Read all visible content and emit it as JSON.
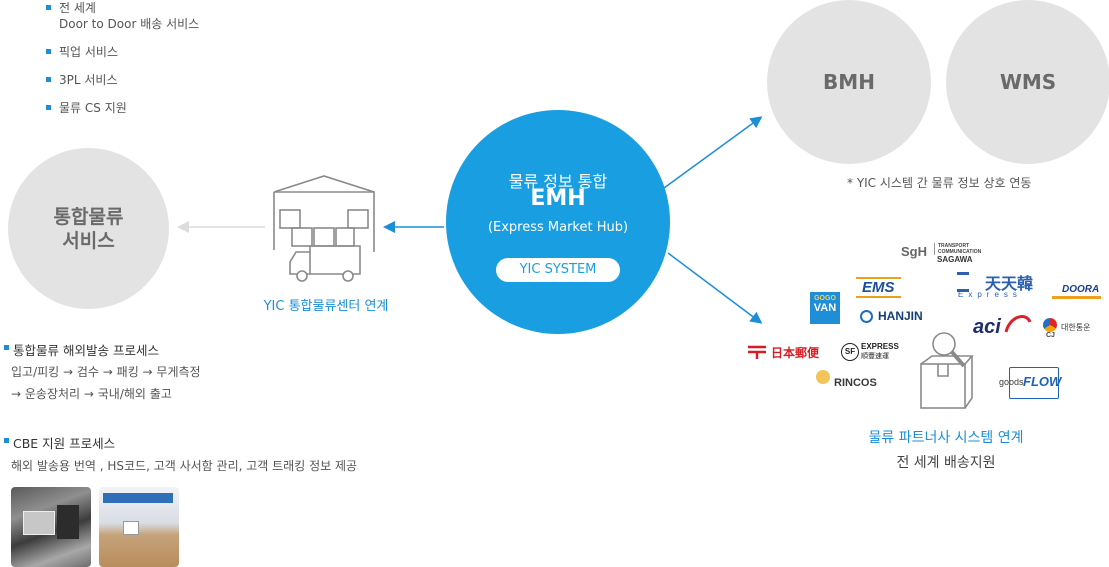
{
  "services": {
    "items": [
      {
        "line1": "전 세계",
        "line2": "Door to Door 배송 서비스"
      },
      {
        "line1": "픽업 서비스",
        "line2": ""
      },
      {
        "line1": "3PL 서비스",
        "line2": ""
      },
      {
        "line1": "물류 CS 지원",
        "line2": ""
      }
    ]
  },
  "integrated": {
    "line1": "통합물류",
    "line2": "서비스"
  },
  "center": {
    "label": "YIC 통합물류센터 연계"
  },
  "emh": {
    "title": "물류 정보 통합",
    "name": "EMH",
    "full": "(Express Market Hub)",
    "system": "YIC SYSTEM"
  },
  "systems": {
    "bmh": "BMH",
    "wms": "WMS",
    "note": "* YIC 시스템 간 물류 정보 상호 연동"
  },
  "partners": {
    "line1": "물류 파트너사 시스템 연계",
    "line2": "전 세계 배송지원",
    "logos": {
      "sagawa": "SAGAWA",
      "sagawa_top": "TRANSPORT COMMUNICATION",
      "sg": "SgH",
      "ems": "EMS",
      "tiantian": "天天韓",
      "tiantian_sub": "Express",
      "doora": "DOORA",
      "gogovan_top": "GOGO",
      "gogovan": "VAN",
      "hanjin": "HANJIN",
      "aci": "aci",
      "cj": "CJ",
      "cj_sub": "대한통운",
      "jp": "日本郵便",
      "sf": "SF",
      "sf_text": "EXPRESS",
      "sf_sub": "順豐速運",
      "rincos": "RINCOS",
      "goodsflow_a": "goods",
      "goodsflow_b": "FLOW"
    }
  },
  "process": {
    "title1": "통합물류 해외발송 프로세스",
    "step_line1": "입고/피킹 → 검수 → 패킹 → 무게측정",
    "step_line2": "→ 운송장처리 → 국내/해외 출고",
    "title2": "CBE 지원 프로세스",
    "cbe_text": "해외 발송용 번역 , HS코드,  고객 사서함 관리, 고객 트래킹 정보 제공"
  },
  "colors": {
    "accent": "#1a9ee2",
    "grey_circle": "#e3e3e3"
  }
}
